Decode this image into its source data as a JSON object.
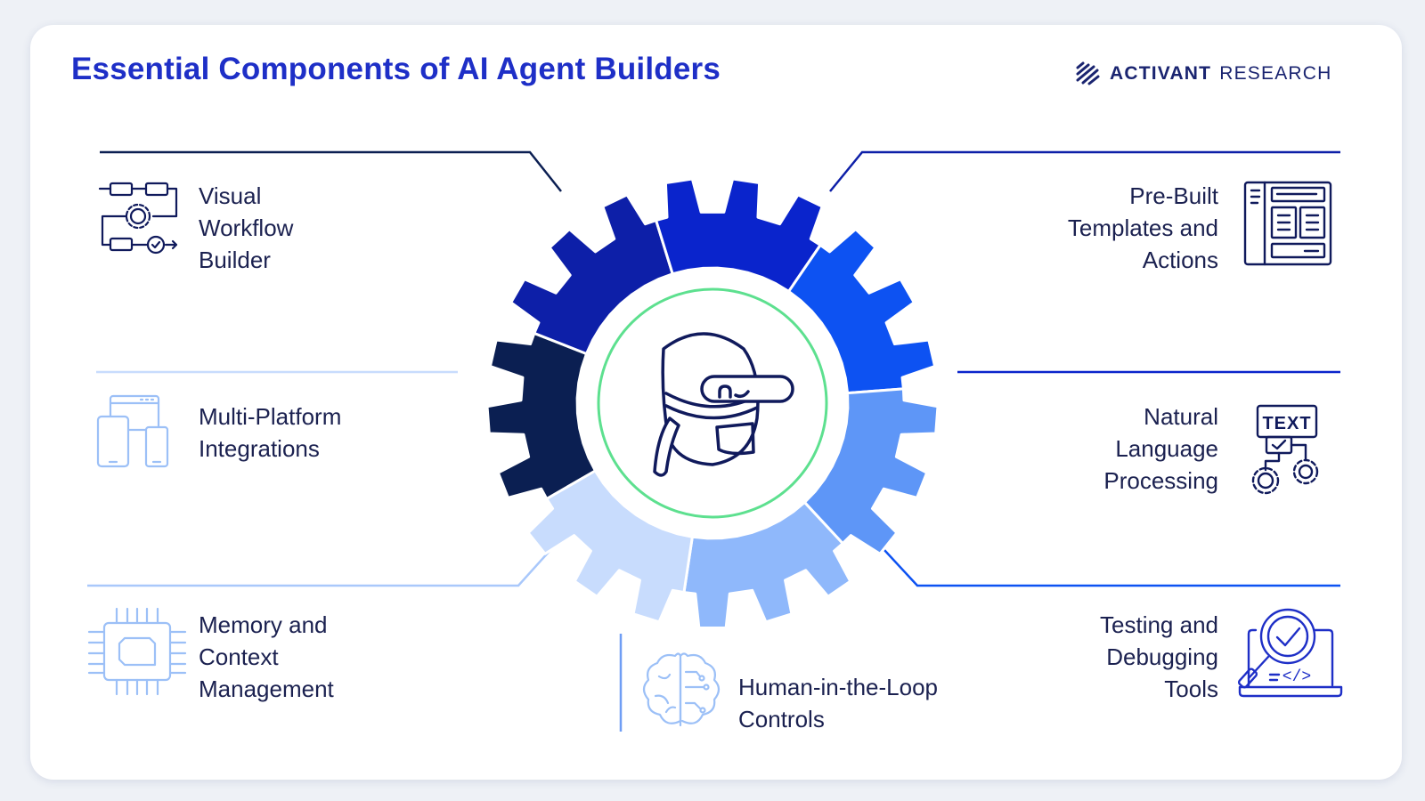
{
  "title": "Essential Components of AI Agent Builders",
  "brand": {
    "name_bold": "ACTIVANT",
    "name_light": "RESEARCH",
    "logo_icon": "stripes-logo-icon"
  },
  "colors": {
    "title": "#1e2fc7",
    "text": "#1b2150",
    "ring_inner": "#5de08f",
    "robot_stroke": "#101a5c",
    "gear_segments": [
      "#0b1f52",
      "#0d1fa8",
      "#0a24cc",
      "#0d52f2",
      "#5e96f7",
      "#8fb8fb",
      "#c8dcfd"
    ]
  },
  "components": [
    {
      "id": "visual-workflow-builder",
      "label": "Visual\nWorkflow\nBuilder",
      "icon": "workflow-icon",
      "side": "left"
    },
    {
      "id": "multi-platform-integrations",
      "label": "Multi-Platform\nIntegrations",
      "icon": "devices-icon",
      "side": "left"
    },
    {
      "id": "memory-context-management",
      "label": "Memory and\nContext\nManagement",
      "icon": "chip-icon",
      "side": "left"
    },
    {
      "id": "human-in-the-loop-controls",
      "label": "Human-in-the-Loop\nControls",
      "icon": "brain-icon",
      "side": "bottom"
    },
    {
      "id": "pre-built-templates-actions",
      "label": "Pre-Built\nTemplates and\nActions",
      "icon": "template-layout-icon",
      "side": "right"
    },
    {
      "id": "natural-language-processing",
      "label": "Natural\nLanguage\nProcessing",
      "icon": "text-gears-icon",
      "side": "right"
    },
    {
      "id": "testing-debugging-tools",
      "label": "Testing and\nDebugging\nTools",
      "icon": "laptop-magnifier-check-icon",
      "side": "right"
    }
  ],
  "icons": {
    "center": "robot-icon",
    "tablet_label": "TEXT"
  }
}
